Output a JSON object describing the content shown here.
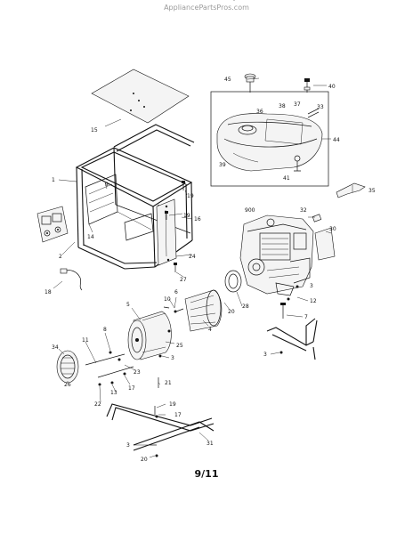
{
  "header": {
    "watermark": "AppliancePartsPros.com"
  },
  "footer": {
    "page_number": "9/11"
  },
  "callouts": {
    "c1": "1",
    "c2": "2",
    "c3a": "3",
    "c3b": "3",
    "c3c": "3",
    "c3d": "3",
    "c4": "4",
    "c5": "5",
    "c6": "6",
    "c7": "7",
    "c8": "8",
    "c9": "9",
    "c10": "10",
    "c11": "11",
    "c12": "12",
    "c13": "13",
    "c14": "14",
    "c15": "15",
    "c16": "16",
    "c17a": "17",
    "c17b": "17",
    "c18": "18",
    "c19a": "19",
    "c19b": "19",
    "c19c": "19",
    "c20a": "20",
    "c20b": "20",
    "c21": "21",
    "c22": "22",
    "c23": "23",
    "c24": "24",
    "c25": "25",
    "c26": "26",
    "c27": "27",
    "c28": "28",
    "c30": "30",
    "c31": "31",
    "c32": "32",
    "c33": "33",
    "c34": "34",
    "c35": "35",
    "c36": "36",
    "c37": "37",
    "c38": "38",
    "c39": "39",
    "c40": "40",
    "c41": "41",
    "c44": "44",
    "c45": "45",
    "c900": "900"
  }
}
